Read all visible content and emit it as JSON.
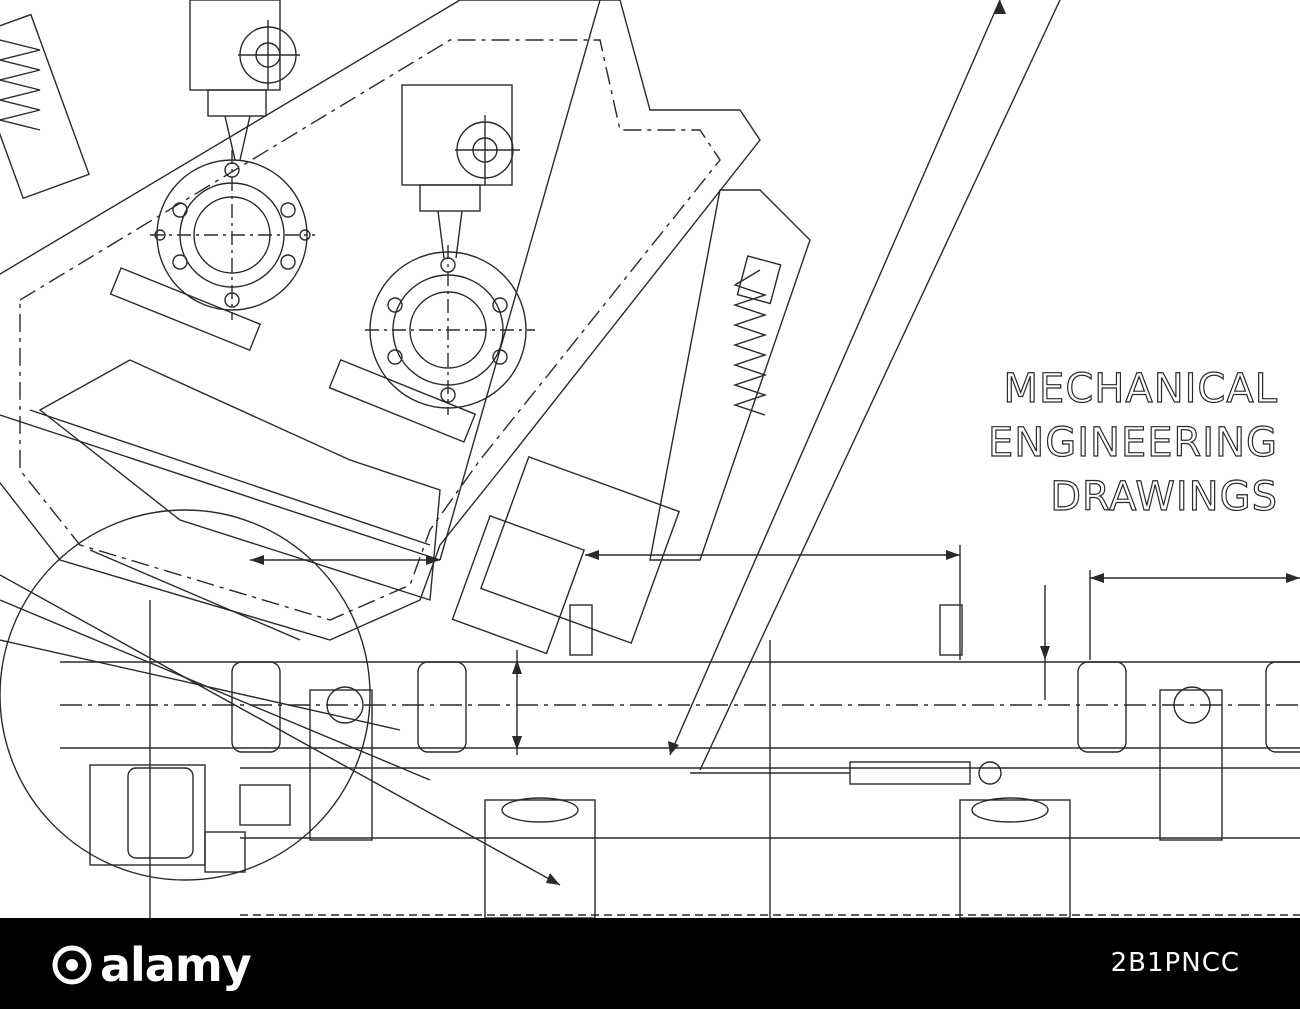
{
  "title": {
    "line1": "MECHANICAL",
    "line2": "ENGINEERING",
    "line3": "DRAWINGS"
  },
  "footer": {
    "logo_text": "alamy",
    "image_id": "2B1PNCC",
    "background": "#000000",
    "text_color": "#ffffff"
  },
  "colors": {
    "background": "#ffffff",
    "linework": "#2a2a2a"
  }
}
